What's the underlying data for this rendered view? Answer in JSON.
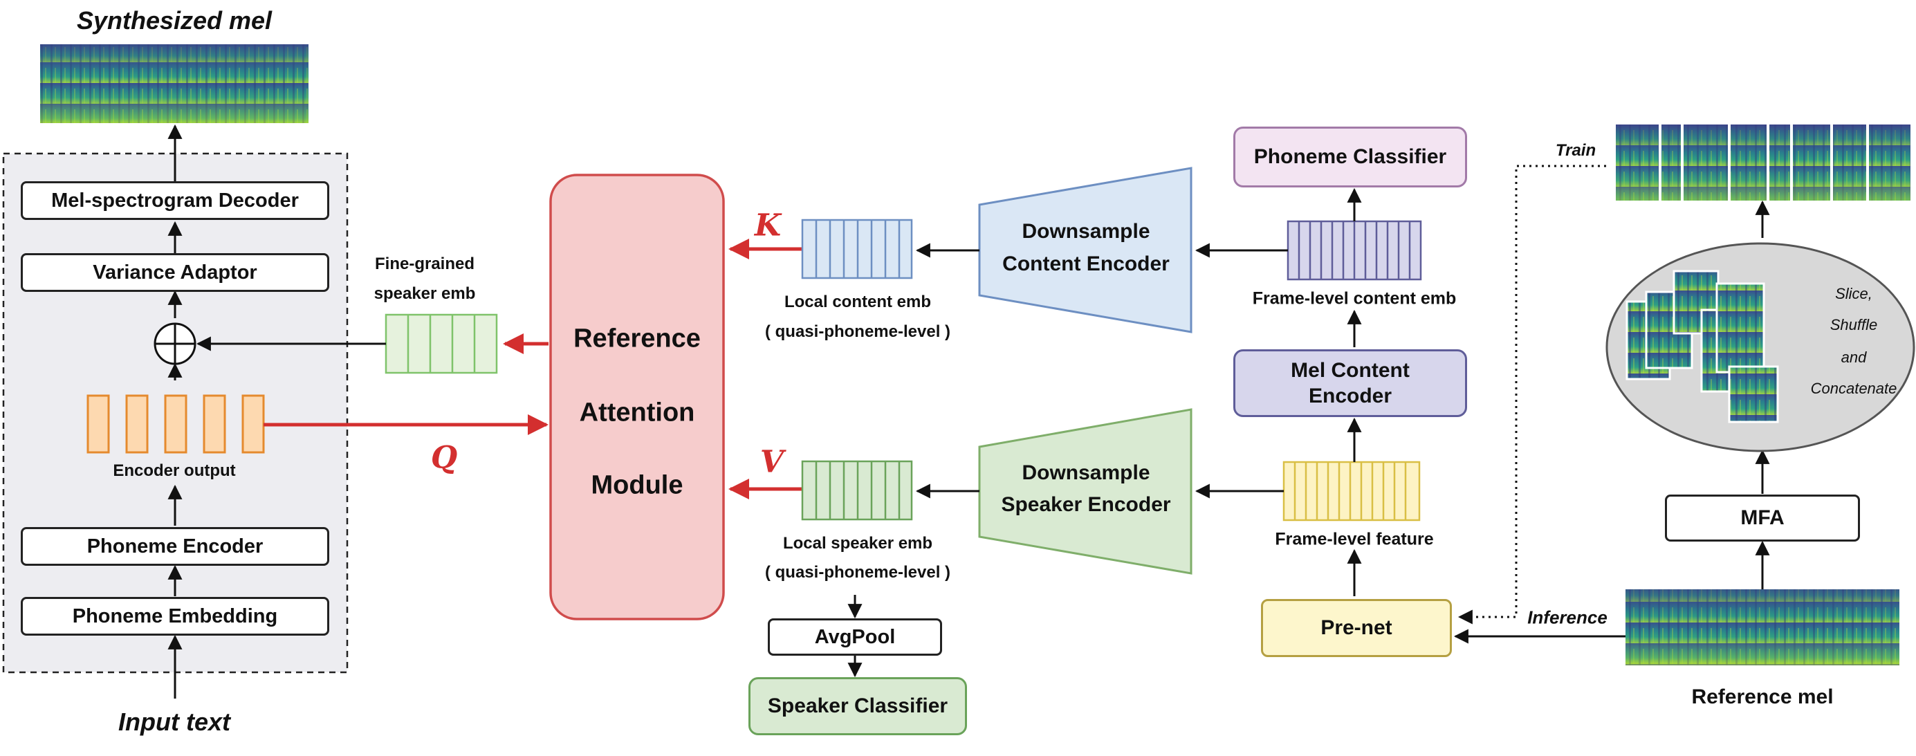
{
  "labels": {
    "synthesized_mel": "Synthesized mel",
    "input_text": "Input text",
    "mel_decoder": "Mel-spectrogram Decoder",
    "variance_adaptor": "Variance Adaptor",
    "encoder_output": "Encoder output",
    "phoneme_encoder": "Phoneme Encoder",
    "phoneme_embedding": "Phoneme Embedding",
    "fine_grained_1": "Fine-grained",
    "fine_grained_2": "speaker emb",
    "ref_attention_1": "Reference",
    "ref_attention_2": "Attention",
    "ref_attention_3": "Module",
    "q": "Q",
    "k": "K",
    "v": "V",
    "local_content_1": "Local content emb",
    "local_content_2": "( quasi-phoneme-level )",
    "local_speaker_1": "Local speaker emb",
    "local_speaker_2": "( quasi-phoneme-level )",
    "avgpool": "AvgPool",
    "speaker_classifier": "Speaker Classifier",
    "down_content_1": "Downsample",
    "down_content_2": "Content Encoder",
    "down_speaker_1": "Downsample",
    "down_speaker_2": "Speaker Encoder",
    "phoneme_classifier": "Phoneme Classifier",
    "frame_content": "Frame-level content emb",
    "mel_content_1": "Mel Content",
    "mel_content_2": "Encoder",
    "frame_feature": "Frame-level feature",
    "prenet": "Pre-net",
    "train": "Train",
    "inference": "Inference",
    "slice": "Slice,",
    "shuffle": "Shuffle",
    "and": "and",
    "concatenate": "Concatenate",
    "mfa": "MFA",
    "reference_mel": "Reference mel"
  },
  "colors": {
    "red_arrow": "#d32f2f",
    "ref_fill": "#f6cccc",
    "ref_stroke": "#d04c4c",
    "content_fill": "#dae7f5",
    "content_stroke": "#6d8fc2",
    "speaker_fill": "#d9ead2",
    "speaker_stroke": "#7fae6a",
    "phoneme_cls_fill": "#f3e4f2",
    "phoneme_cls_stroke": "#a27aa8",
    "mel_content_fill": "#d7d6ec",
    "mel_content_stroke": "#5f5d99",
    "prenet_fill": "#fdf6cc",
    "prenet_stroke": "#b5a042",
    "encoder_output_fill": "#fdd9b0",
    "encoder_output_stroke": "#e58a2e",
    "panel_fill": "#ededf1",
    "ellipse_fill": "#d8d8d8"
  },
  "icons": {
    "spectrogram": "spectrogram-image",
    "sum": "circled-plus-icon"
  }
}
